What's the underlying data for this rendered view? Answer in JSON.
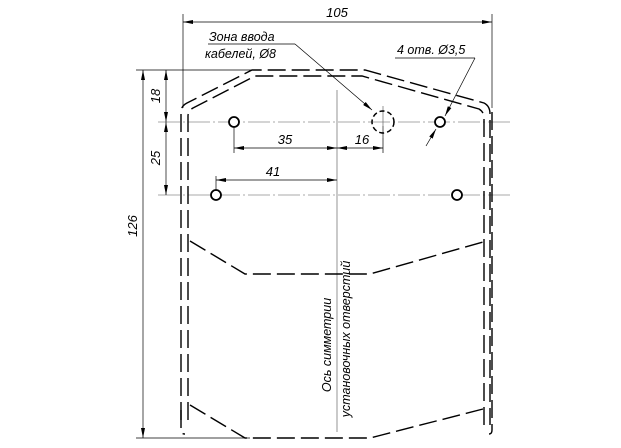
{
  "dimensions": {
    "overall_width": "105",
    "overall_height": "126",
    "top_to_holes": "18",
    "hole_rows_spacing": "25",
    "upper_hole_offset": "35",
    "cable_zone_offset": "16",
    "lower_hole_offset": "41"
  },
  "labels": {
    "cable_zone_line1": "Зона ввода",
    "cable_zone_line2": "кабелей, Ø8",
    "holes_note": "4 отв. Ø3,5",
    "axis_line1": "Ось симметрии",
    "axis_line2": "установочных отверстий"
  }
}
